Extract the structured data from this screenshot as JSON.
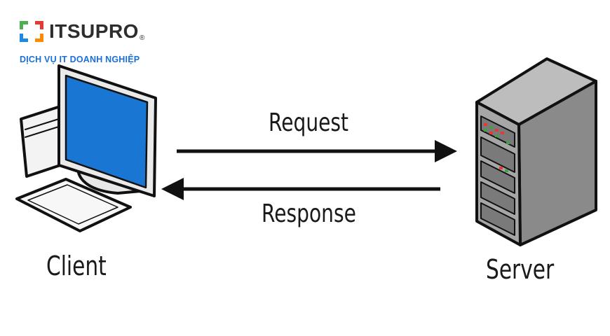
{
  "logo": {
    "name": "ITSUPRO",
    "registered": "®",
    "tagline": "DỊCH VỤ IT DOANH NGHIỆP",
    "colors": {
      "green": "#4caf50",
      "red": "#e53935",
      "blue": "#1e88e5",
      "orange": "#fb8c00",
      "tagline": "#1a6fd8"
    }
  },
  "diagram": {
    "request_label": "Request",
    "response_label": "Response",
    "client_label": "Client",
    "server_label": "Server",
    "colors": {
      "screen": "#1976d2",
      "server_body": "#9e9e9e",
      "led_red": "#e53935",
      "led_green": "#43a047",
      "outline": "#111111"
    }
  }
}
